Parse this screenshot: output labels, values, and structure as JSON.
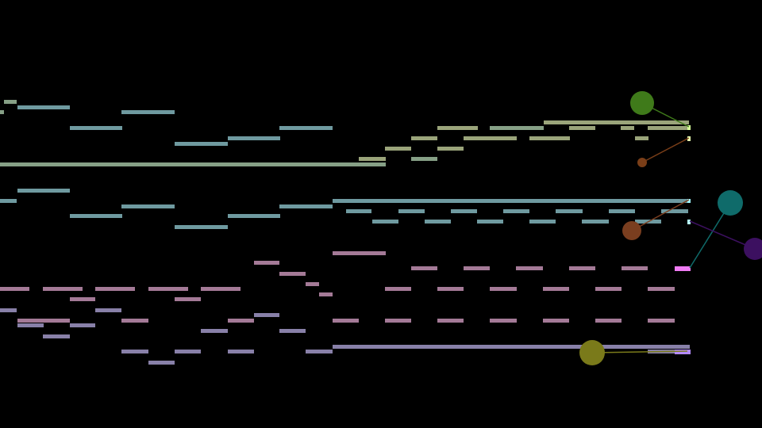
{
  "background": "#000000",
  "palette": {
    "green_notes": "#7f9c80",
    "teal_notes": "#6f9aa0",
    "pink_notes": "#a47a97",
    "purple_notes": "#8880a8"
  },
  "voices": [
    {
      "id": "v1",
      "note_color": "#6f9a86",
      "highlight": "#d7ff9a",
      "orb_color": "#3f7a1a",
      "line_color": "#3f7a1a"
    },
    {
      "id": "v2",
      "note_color": "#8f9c6f",
      "highlight": "#e8ffb0",
      "orb_color": "#7a3e18",
      "line_color": "#7a3e18"
    },
    {
      "id": "v3",
      "note_color": "#6f99a2",
      "highlight": "#9ff6ff",
      "orb_color": "#0f6b6a",
      "line_color": "#0f6b6a"
    },
    {
      "id": "v4",
      "note_color": "#6f8f9c",
      "highlight": "#b5ffff",
      "orb_color": "#7a3e1f",
      "line_color": "#7a3e1f"
    },
    {
      "id": "v5",
      "note_color": "#9c7796",
      "highlight": "#f07cf4",
      "orb_color": "#3c1060",
      "line_color": "#3c1060"
    },
    {
      "id": "v6",
      "note_color": "#7e78a0",
      "highlight": "#b38aff",
      "orb_color": "#7a7a1a",
      "line_color": "#7a7a1a"
    }
  ]
}
